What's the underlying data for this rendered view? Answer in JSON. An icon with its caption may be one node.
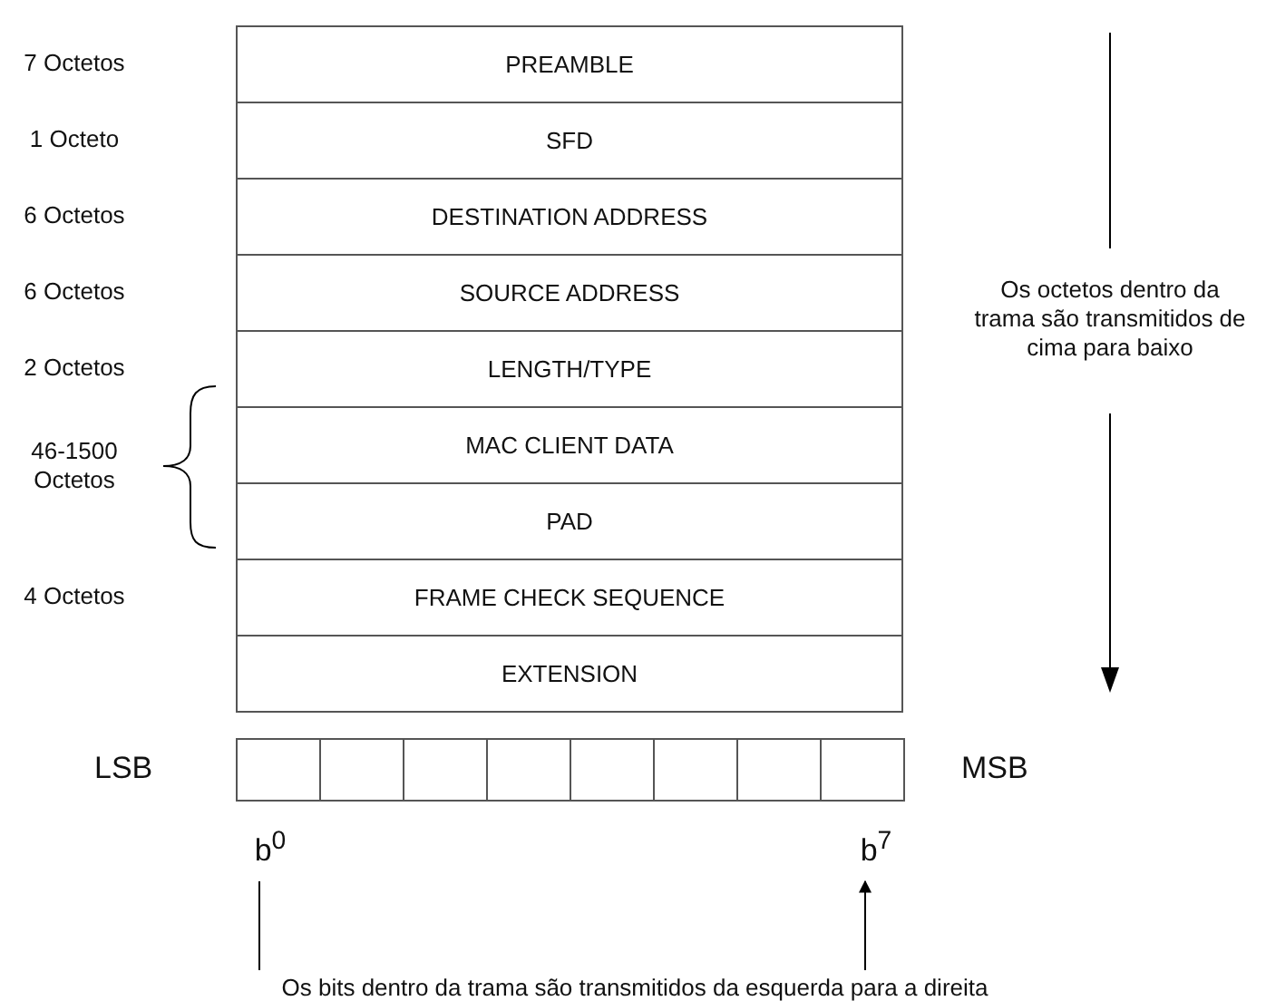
{
  "diagram": {
    "nodes": [
      {
        "text": [
          "PREAMBLE"
        ]
      },
      {
        "text": [
          "SFD"
        ]
      },
      {
        "text": [
          "DESTINATION ADDRESS"
        ]
      },
      {
        "text": [
          "SOURCE ADDRESS"
        ]
      },
      {
        "text": [
          "LENGTH/TYPE"
        ]
      },
      {
        "text": [
          "MAC CLIENT DATA"
        ]
      },
      {
        "text": [
          "PAD"
        ]
      },
      {
        "text": [
          "FRAME CHECK SEQUENCE"
        ]
      },
      {
        "text": [
          "EXTENSION"
        ]
      },
      {
        "text": [],
        "shape": "box"
      },
      {
        "text": [],
        "shape": "box"
      },
      {
        "text": [],
        "shape": "box"
      },
      {
        "text": [],
        "shape": "box"
      },
      {
        "text": [],
        "shape": "box"
      },
      {
        "text": [],
        "shape": "box"
      },
      {
        "text": [],
        "shape": "box"
      },
      {
        "text": [],
        "shape": "box"
      },
      {
        "text": [
          "b$^{0}$"
        ]
      },
      {
        "text": [
          "b$^{7}$"
        ]
      },
      {
        "text": [
          "Os bits dentro da trama são transmitidos da esquerda para a direita"
        ]
      }
    ],
    "edges": [
      {
        "from": 19,
        "to": 17,
        "arrow": "none"
      },
      {
        "from": 19,
        "to": 18,
        "arrow": "to"
      }
    ],
    "labels": [
      "7 Octetos",
      "1 Octeto",
      "6 Octetos",
      "6 Octetos",
      "2 Octetos",
      "46-1500 Octetos",
      "4 Octetos",
      "Os octetos dentro da trama são transmitidos de cima para baixo",
      "LSB",
      "MSB"
    ]
  }
}
